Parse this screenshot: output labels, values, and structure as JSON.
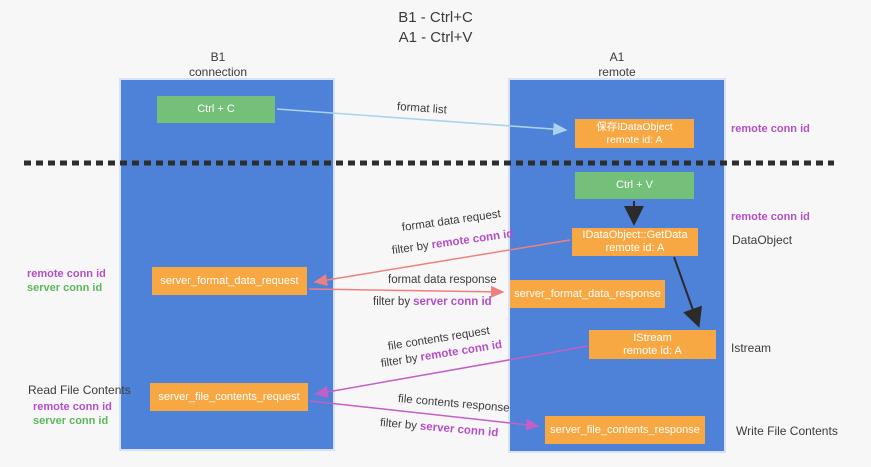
{
  "title": {
    "line1": "B1 - Ctrl+C",
    "line2": "A1 - Ctrl+V"
  },
  "lanes": {
    "b1": {
      "name": "B1",
      "role": "connection"
    },
    "a1": {
      "name": "A1",
      "role": "remote"
    }
  },
  "boxes": {
    "ctrl_c": {
      "label": "Ctrl + C"
    },
    "save_dataobject": {
      "line1": "保存IDataObject",
      "line2": "remote id: A"
    },
    "ctrl_v": {
      "label": "Ctrl + V"
    },
    "getdata": {
      "line1": "IDataObject::GetData",
      "line2": "remote id: A"
    },
    "format_request": {
      "label": "server_format_data_request"
    },
    "format_response": {
      "label": "server_format_data_response"
    },
    "istream": {
      "line1": "IStream",
      "line2": "remote id: A"
    },
    "file_request": {
      "label": "server_file_contents_request"
    },
    "file_response": {
      "label": "server_file_contents_response"
    }
  },
  "flow_labels": {
    "format_list": "format list",
    "format_request": {
      "title": "format data request",
      "filter_prefix": "filter by",
      "filter_key": "remote conn id"
    },
    "format_response": {
      "title": "format data response",
      "filter_prefix": "filter by",
      "filter_key": "server conn id"
    },
    "file_request": {
      "title": "file contents request",
      "filter_prefix": "filter by",
      "filter_key": "remote conn id"
    },
    "file_response": {
      "title": "file contents response",
      "filter_prefix": "filter by",
      "filter_key": "server conn id"
    }
  },
  "side_labels": {
    "left_format": {
      "remote": "remote conn id",
      "server": "server conn id"
    },
    "left_read": "Read File Contents",
    "left_file": {
      "remote": "remote conn id",
      "server": "server conn id"
    },
    "right_top_conn": "remote conn id",
    "right_dataobject_conn": "remote conn id",
    "right_dataobject": "DataObject",
    "right_istream": "Istream",
    "right_write": "Write File Contents"
  },
  "colors": {
    "lane_blue": "#4d82d8",
    "box_green": "#74c078",
    "box_orange": "#f7a842",
    "label_purple": "#b44fc8",
    "label_green": "#5cb85c",
    "arrow_red": "#ef8080",
    "arrow_magenta": "#c45fc8",
    "arrow_light_blue": "#a9d3ee",
    "dashed_line": "#2d2d2d",
    "text_dark": "#3b3b3b"
  }
}
